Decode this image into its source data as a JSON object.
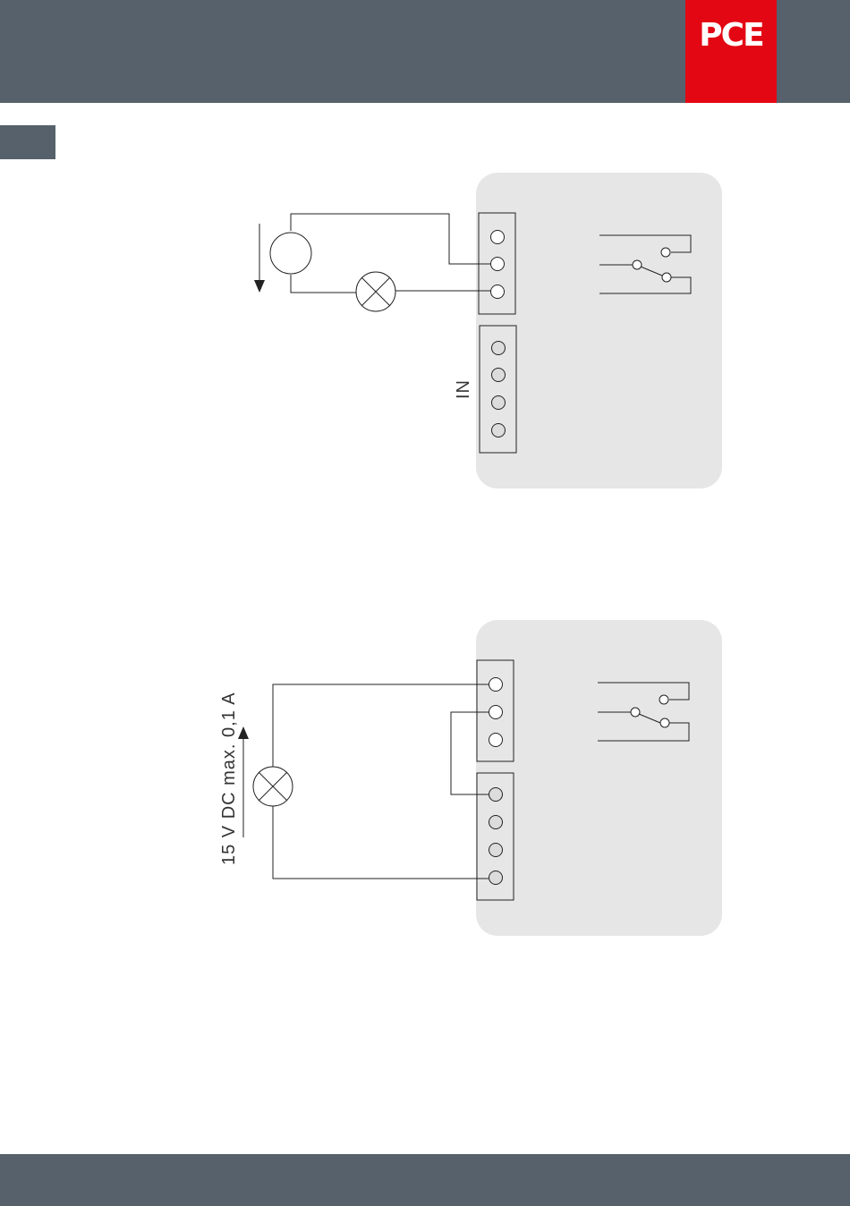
{
  "header": {
    "logo_text": "PCE",
    "brand_color": "#e30613",
    "bar_color": "#56616b"
  },
  "diagram1": {
    "input_label": "IN"
  },
  "diagram2": {
    "supply_label": "15 V DC max. 0,1 A"
  },
  "icons": [
    "voltage-source-icon",
    "lamp-icon",
    "relay-switch-icon",
    "arrow-icon"
  ]
}
